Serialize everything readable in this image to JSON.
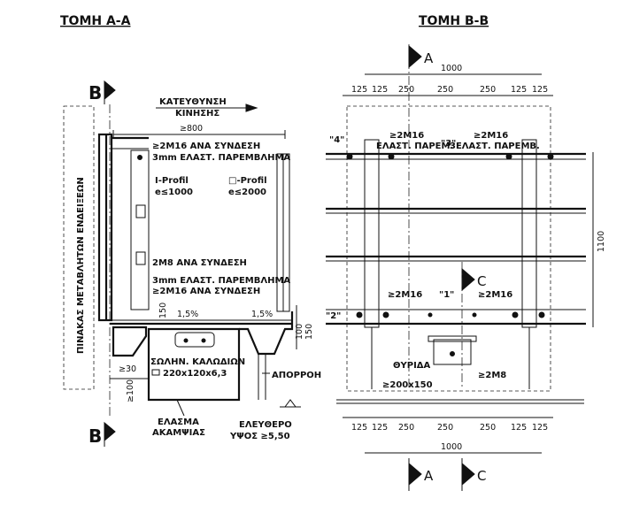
{
  "section_aa": {
    "title": "ΤΟΜΗ Α-Α",
    "cut_label": "B",
    "vertical_label": "ΠΙΝΑΚΑΣ ΜΕΤΑΒΛΗΤΩΝ ΕΝΔΕΙΞΕΩΝ",
    "direction_line1": "ΚΑΤΕΥΘΥΝΣΗ",
    "direction_line2": "ΚΙΝΗΣΗΣ",
    "min_800": "≥800",
    "note_2m16": "≥2M16 ΑΝΑ ΣΥΝΔΕΣΗ",
    "note_3mm": "3mm ΕΛΑΣΤ. ΠΑΡΕΜΒΛΗΜΑ",
    "iprofil": "I-Profil",
    "iprofil_e": "e≤1000",
    "oprofil": "□-Profil",
    "oprofil_e": "e≤2000",
    "note_2m8": "2M8 ΑΝΑ ΣΥΝΔΕΣΗ",
    "note_3mm_2": "3mm ΕΛΑΣΤ. ΠΑΡΕΜΒΛΗΜΑ",
    "note_2m16_2": "≥2M16 ΑΝΑ ΣΥΝΔΕΣΗ",
    "dim_150": "150",
    "slope_1": "1,5%",
    "slope_2": "1,5%",
    "dim_100": "100",
    "dim_150b": "150",
    "cable_pipe": "ΣΩΛΗΝ. ΚΑΛΩΔΙΩΝ",
    "cable_pipe_size": "220x120x6,3",
    "min_30": "≥30",
    "min_100": "≥100",
    "drain": "ΑΠΟΡΡΟΗ",
    "stiff_plate_1": "ΕΛΑΣΜΑ",
    "stiff_plate_2": "ΑΚΑΜΨΙΑΣ",
    "clearance_1": "ΕΛΕΥΘΕΡΟ",
    "clearance_2": "ΥΨΟΣ ≥5,50"
  },
  "section_bb": {
    "title": "ΤΟΜΗ Β-Β",
    "cut_a": "A",
    "cut_c": "C",
    "dims_top": [
      "125",
      "125",
      "250",
      "250",
      "250",
      "125",
      "125"
    ],
    "total_top": "1000",
    "dims_bottom": [
      "125",
      "125",
      "250",
      "250",
      "250",
      "125",
      "125"
    ],
    "total_bottom": "1000",
    "height": "1100",
    "bolt_l": "≥2M16",
    "bolt_r": "≥2M16",
    "pad_l": "ΕΛΑΣΤ. ΠΑΡΕΜ.",
    "pad_r": "3ΕΛΑΣΤ. ΠΑΡΕΜΒ.",
    "q4": "\"4\"",
    "q3": "\"3\"",
    "q1": "\"1\"",
    "q2": "\"2\"",
    "bolt_mid_l": "≥2M16",
    "bolt_mid_r": "≥2M16",
    "hatch": "ΘΥΡΙΔΑ",
    "hatch_size": "≥200x150",
    "bolt_2m8": "≥2M8"
  }
}
